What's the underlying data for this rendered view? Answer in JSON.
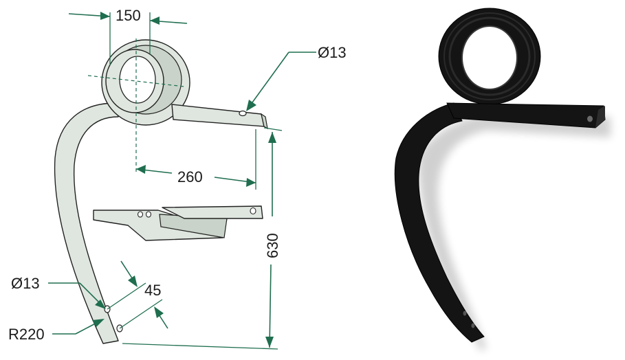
{
  "diagram": {
    "dimensions": {
      "coil_width": "150",
      "hole_diameter_top": "Ø13",
      "arm_length": "260",
      "total_height": "630",
      "hole_spacing": "45",
      "hole_diameter_bottom": "Ø13",
      "bend_radius": "R220"
    },
    "colors": {
      "dimension_line": "#1f6e4f",
      "drawing_fill": "#dfe6df",
      "photo_tine": "#141414"
    }
  }
}
